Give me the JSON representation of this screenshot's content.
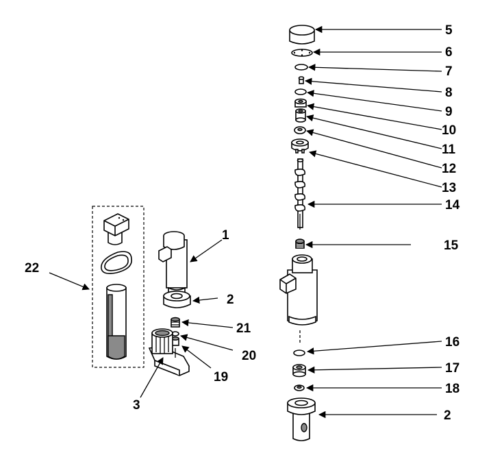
{
  "callouts": {
    "c1": "1",
    "c2a": "2",
    "c2b": "2",
    "c3": "3",
    "c5": "5",
    "c6": "6",
    "c7": "7",
    "c8": "8",
    "c9": "9",
    "c10": "10",
    "c11": "11",
    "c12": "12",
    "c13": "13",
    "c14": "14",
    "c15": "15",
    "c16": "16",
    "c17": "17",
    "c18": "18",
    "c19": "19",
    "c20": "20",
    "c21": "21",
    "c22": "22"
  },
  "colors": {
    "line": "#000000",
    "shade": "#8a8a8a",
    "background": "#ffffff"
  }
}
